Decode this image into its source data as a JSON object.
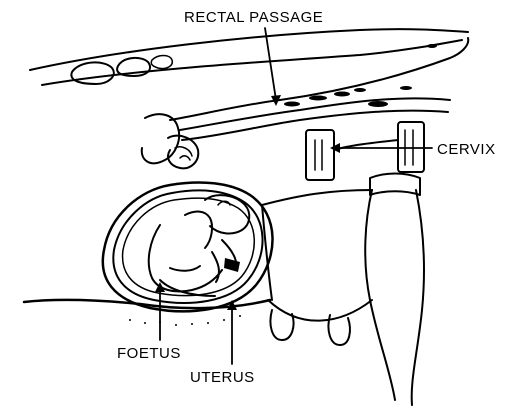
{
  "labels": {
    "rectal_passage": "RECTAL PASSAGE",
    "cervix": "CERVIX",
    "foetus": "FOETUS",
    "uterus": "UTERUS"
  }
}
